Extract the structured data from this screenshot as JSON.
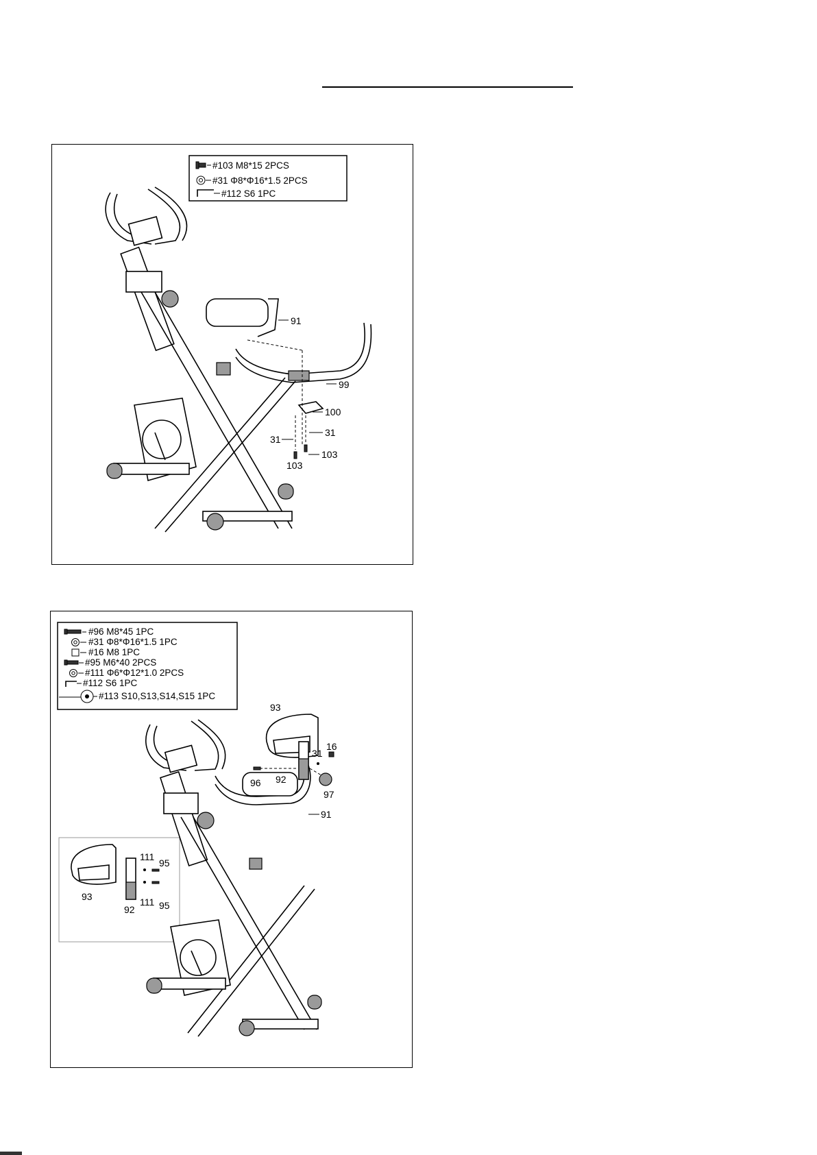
{
  "step1": {
    "hardware": [
      {
        "icon": "bolt-icon",
        "label": "#103 M8*15  2PCS"
      },
      {
        "icon": "washer-icon",
        "label": "#31  Φ8*Φ16*1.5  2PCS"
      },
      {
        "icon": "allen-key-icon",
        "label": "#112  S6 1PC"
      }
    ],
    "callouts": {
      "p91": "91",
      "p99": "99",
      "p100": "100",
      "p31a": "31",
      "p31b": "31",
      "p103a": "103",
      "p103b": "103"
    }
  },
  "step2": {
    "hardware": [
      {
        "icon": "bolt-icon",
        "label": "#96 M8*45  1PC"
      },
      {
        "icon": "washer-icon",
        "label": "#31 Φ8*Φ16*1.5  1PC"
      },
      {
        "icon": "nut-icon",
        "label": "#16 M8 1PC"
      },
      {
        "icon": "bolt-icon",
        "label": "#95 M6*40  2PCS"
      },
      {
        "icon": "washer-icon",
        "label": "#111 Φ6*Φ12*1.0   2PCS"
      },
      {
        "icon": "allen-key-icon",
        "label": "#112  S6 1PC"
      },
      {
        "icon": "wrench-icon",
        "label": "#113 S10,S13,S14,S15  1PC"
      }
    ],
    "callouts": {
      "p93": "93",
      "p31": "31",
      "p16": "16",
      "p96": "96",
      "p92": "92",
      "p97": "97",
      "p91": "91",
      "inset_p111a": "111",
      "inset_p95a": "95",
      "inset_p93": "93",
      "inset_p111b": "111",
      "inset_p95b": "95",
      "inset_p92": "92"
    }
  }
}
